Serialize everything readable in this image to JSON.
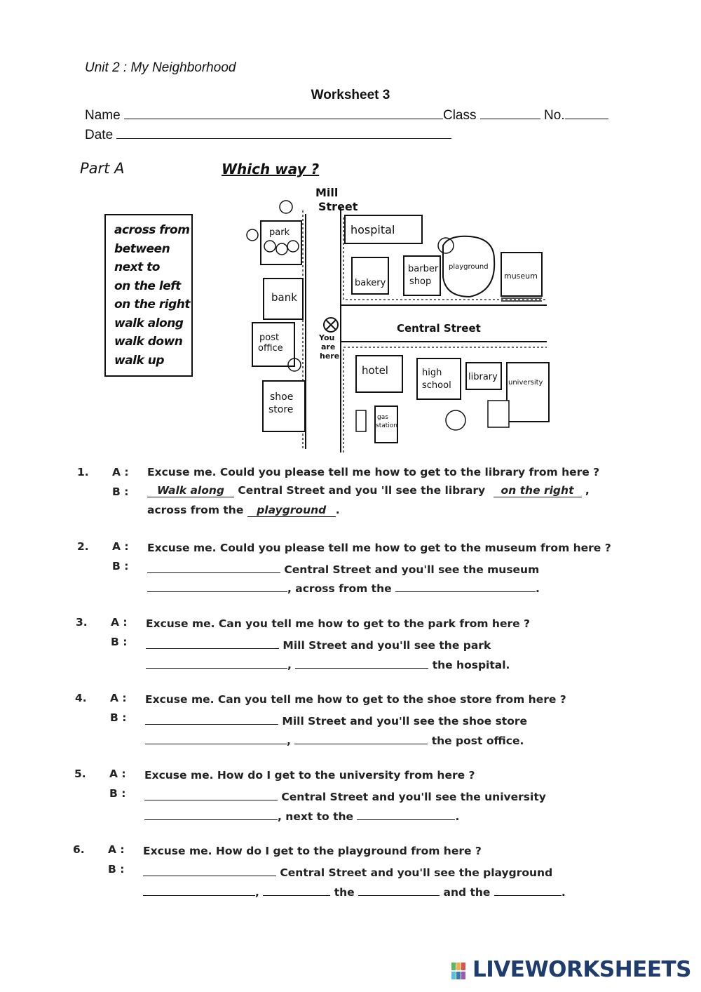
{
  "header": {
    "unit": "Unit 2 : My Neighborhood",
    "worksheet": "Worksheet 3",
    "name_label": "Name",
    "class_label": "Class",
    "no_label": "No.",
    "date_label": "Date"
  },
  "part_a": {
    "label": "Part A",
    "title": "Which way ?",
    "word_bank": [
      "across from",
      "between",
      "next to",
      "on the left",
      "on the right",
      "walk along",
      "walk down",
      "walk up"
    ]
  },
  "map": {
    "street_1": [
      "Mill",
      "Street"
    ],
    "street_2": "Central Street",
    "you_are_here": [
      "You",
      "are",
      "here"
    ],
    "places": {
      "park": "park",
      "bank": "bank",
      "post_office": [
        "post",
        "office"
      ],
      "shoe_store": [
        "shoe",
        "store"
      ],
      "hospital": "hospital",
      "bakery": "bakery",
      "barber_shop": [
        "barber",
        "shop"
      ],
      "playground": "playground",
      "museum": "museum",
      "hotel": "hotel",
      "high_school": [
        "high",
        "school"
      ],
      "library": "library",
      "university": "university",
      "gas_station": [
        "gas",
        "station"
      ]
    }
  },
  "questions": [
    {
      "num": "1.",
      "a_label": "A :",
      "b_label": "B :",
      "a": "Excuse me.  Could you please tell me how to get to the library from here ?",
      "b1_ans": "Walk along",
      "b1": "Central Street and you 'll see the library",
      "b1_ans2": "on the right",
      "b1_end": ",",
      "b2_pre": "across from the",
      "b2_ans": "playground",
      "b2_end": "."
    },
    {
      "num": "2.",
      "a_label": "A :",
      "b_label": "B :",
      "a": "Excuse me.  Could you please tell me how to get to the museum from here ?",
      "b1": "Central Street and you'll see the museum",
      "b2": ",  across from the",
      "b2_end": "."
    },
    {
      "num": "3.",
      "a_label": "A :",
      "b_label": "B :",
      "a": "Excuse me.  Can you tell me how to get to the park from here ?",
      "b1": "Mill  Street and you'll see the park",
      "b2_sep": ",",
      "b2_end": "the hospital."
    },
    {
      "num": "4.",
      "a_label": "A :",
      "b_label": "B :",
      "a": "Excuse me.  Can you tell me how to get to the shoe store from here ?",
      "b1": "Mill  Street and you'll see the shoe store",
      "b2_sep": ",",
      "b2_end": "the post office."
    },
    {
      "num": "5.",
      "a_label": "A :",
      "b_label": "B :",
      "a": "Excuse me.  How do I get to the university from here ?",
      "b1": "Central Street  and you'll see the university",
      "b2": ", next to the",
      "b2_end": "."
    },
    {
      "num": "6.",
      "a_label": "A :",
      "b_label": "B :",
      "a": "Excuse me.  How do I get to the playground from here ?",
      "b1": "Central Street  and you'll see the playground",
      "b2_sep": ",",
      "b2_mid1": "the",
      "b2_mid2": "and the",
      "b2_end": "."
    }
  ],
  "footer": {
    "brand": "LIVEWORKSHEETS"
  }
}
